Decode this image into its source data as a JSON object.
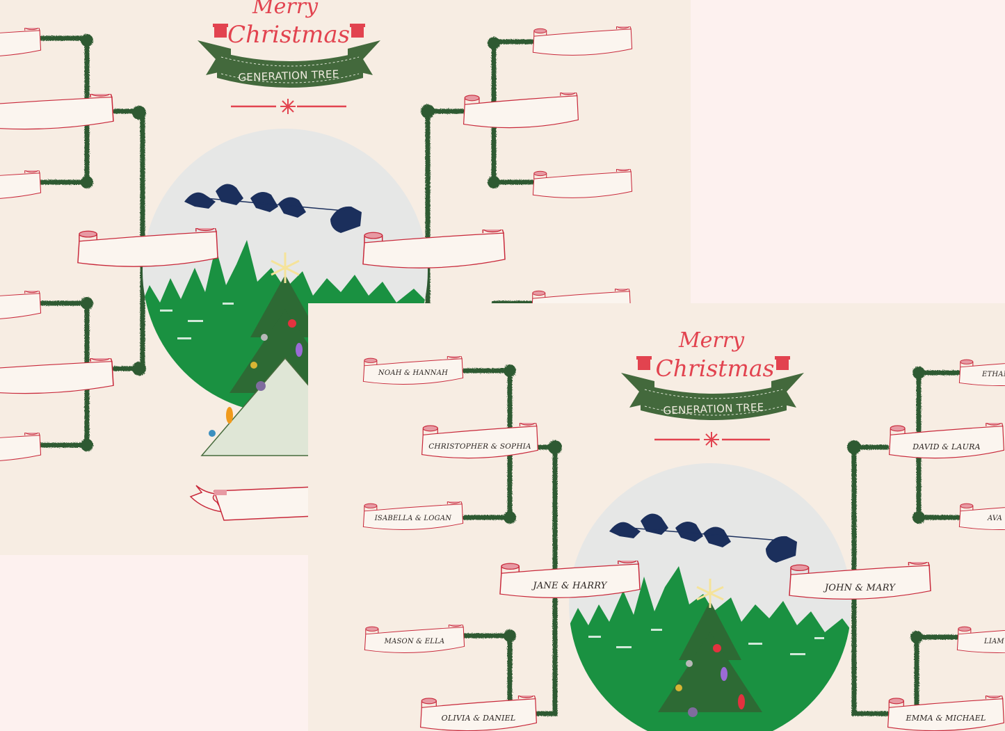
{
  "colors": {
    "page_bg": "#f7ede3",
    "canvas_bg": "#fdf1ef",
    "ribbon_green": "#43693c",
    "title_red": "#e2434f",
    "scroll_red": "#c8283a",
    "branch_green": "#2f5a30",
    "globe_sky": "#e6e7e6",
    "forest_green": "#1a9141",
    "reindeer_navy": "#1b2f5c",
    "star_yellow": "#f5e39a"
  },
  "back_page": {
    "header": {
      "line1": "Merry",
      "line2": "Christmas",
      "ribbon_text": "GENERATION TREE",
      "icons": [
        "gift-icon",
        "gift-icon",
        "snowflake-icon"
      ]
    },
    "scrolls": [
      {
        "id": "left-g3-1",
        "name": ""
      },
      {
        "id": "left-g2-top",
        "name": ""
      },
      {
        "id": "left-g3-2",
        "name": ""
      },
      {
        "id": "left-g1",
        "name": ""
      },
      {
        "id": "left-g3-3",
        "name": ""
      },
      {
        "id": "left-g2-bottom",
        "name": ""
      },
      {
        "id": "left-g3-4",
        "name": ""
      },
      {
        "id": "right-g3-1",
        "name": ""
      },
      {
        "id": "right-g2-top",
        "name": ""
      },
      {
        "id": "right-g3-2",
        "name": ""
      },
      {
        "id": "right-g1",
        "name": ""
      },
      {
        "id": "right-g3-3",
        "name": ""
      },
      {
        "id": "bottom-banner",
        "name": ""
      }
    ]
  },
  "front_page": {
    "header": {
      "line1": "Merry",
      "line2": "Christmas",
      "ribbon_text": "GENERATION TREE",
      "icons": [
        "gift-icon",
        "gift-icon",
        "snowflake-icon"
      ]
    },
    "couples": {
      "left_root": "JANE & HARRY",
      "right_root": "JOHN & MARY",
      "left_top_child": "CHRISTOPHER & SOPHIA",
      "left_bottom_child": "OLIVIA & DANIEL",
      "right_top_child": "DAVID & LAURA",
      "right_bottom_child": "EMMA & MICHAEL",
      "left_top_grand_1": "NOAH & HANNAH",
      "left_top_grand_2": "ISABELLA & LOGAN",
      "left_bottom_grand_1": "MASON & ELLA",
      "right_top_grand_1": "ETHAN",
      "right_top_grand_2": "AVA",
      "right_bottom_grand_1": "LIAM"
    }
  }
}
